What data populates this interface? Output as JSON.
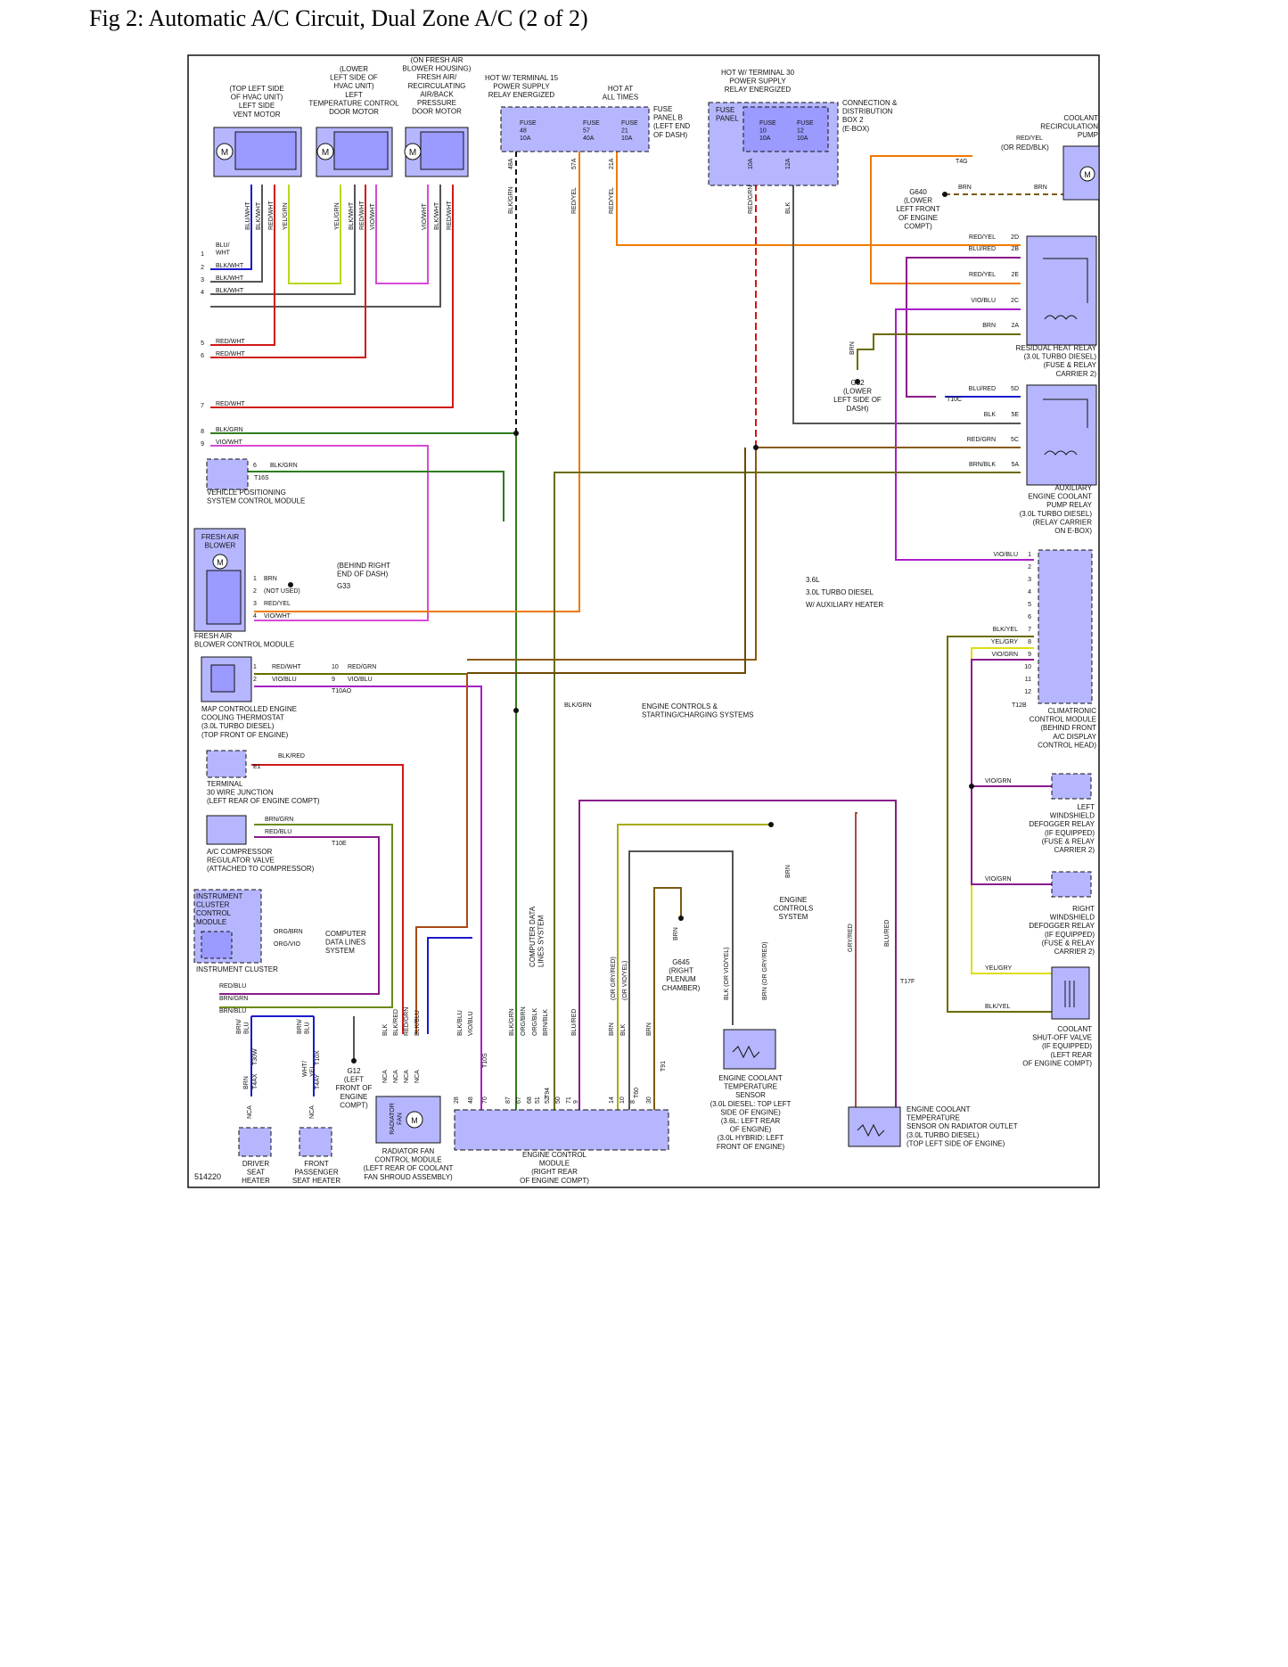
{
  "figure_title": "Fig 2: Automatic A/C Circuit, Dual Zone A/C (2 of 2)",
  "diagram_id": "514220",
  "wire_colors": {
    "BLK": "#111111",
    "BRN": "#7a5a12",
    "GRN": "#2e7d1c",
    "RED": "#d01818",
    "YEL": "#dede12",
    "VIO": "#a81ec8",
    "ORG": "#f07a00",
    "BLU": "#1a1acc",
    "WHT": "#aaaaaa",
    "GRY": "#888888",
    "PINK": "#d84ad8"
  },
  "component_fill": "#b6b6ff",
  "labels": {
    "top_left_side": "(TOP LEFT SIDE\nOF HVAC UNIT)\nLEFT SIDE\nVENT MOTOR",
    "lower_left_temp": "(LOWER\nLEFT SIDE OF\nHVAC UNIT)\nLEFT\nTEMPERATURE CONTROL\nDOOR MOTOR",
    "fresh_air_door": "(ON FRESH AIR\nBLOWER HOUSING)\nFRESH AIR/\nRECIRCULATING\nAIR/BACK\nPRESSURE\nDOOR MOTOR",
    "hot_term15": "HOT W/ TERMINAL 15\nPOWER SUPPLY\nRELAY ENERGIZED",
    "hot_all_times": "HOT AT\nALL TIMES",
    "fuse_panel_b": "FUSE\nPANEL B\n(LEFT END\nOF DASH)",
    "hot_term30": "HOT W/ TERMINAL 30\nPOWER SUPPLY\nRELAY ENERGIZED",
    "fuse_panel": "FUSE\nPANEL",
    "ebox": "CONNECTION &\nDISTRIBUTION\nBOX 2\n(E-BOX)",
    "coolant_recirc_pump": "COOLANT\nRECIRCULATION\nPUMP",
    "or_red_blk": "(OR RED/BLK)",
    "g640": "G640\n(LOWER\nLEFT FRONT\nOF ENGINE\nCOMPT)",
    "residual_heat_relay": "RESIDUAL HEAT RELAY\n(3.0L TURBO DIESEL)\n(FUSE & RELAY\nCARRIER 2)",
    "g32": "G32\n(LOWER\nLEFT SIDE OF\nDASH)",
    "aux_pump_relay": "AUXILIARY\nENGINE COOLANT\nPUMP RELAY\n(3.0L TURBO DIESEL)\n(RELAY CARRIER\nON E-BOX)",
    "vpscm": "VEHICLE POSITIONING\nSYSTEM CONTROL MODULE",
    "fresh_air_blower": "FRESH AIR\nBLOWER",
    "fresh_air_blower_cm": "FRESH AIR\nBLOWER CONTROL MODULE",
    "behind_right_dash": "(BEHIND RIGHT\nEND OF DASH)",
    "g33": "G33",
    "not_used": "(NOT USED)",
    "legend_1": "3.6L",
    "legend_2": "3.0L TURBO DIESEL",
    "legend_3": "W/ AUXILIARY HEATER",
    "climatronic": "CLIMATRONIC\nCONTROL MODULE\n(BEHIND FRONT\nA/C DISPLAY\nCONTROL HEAD)",
    "map_thermostat": "MAP CONTROLLED ENGINE\nCOOLING THERMOSTAT\n(3.0L TURBO DIESEL)\n(TOP FRONT OF ENGINE)",
    "engine_controls_starting": "ENGINE CONTROLS &\nSTARTING/CHARGING SYSTEMS",
    "terminal30": "TERMINAL\n30 WIRE JUNCTION\n(LEFT REAR OF ENGINE COMPT)",
    "ac_comp_valve": "A/C COMPRESSOR\nREGULATOR VALVE\n(ATTACHED TO COMPRESSOR)",
    "left_defogger": "LEFT\nWINDSHIELD\nDEFOGGER RELAY\n(IF EQUIPPED)\n(FUSE & RELAY\nCARRIER 2)",
    "right_defogger": "RIGHT\nWINDSHIELD\nDEFOGGER RELAY\n(IF EQUIPPED)\n(FUSE & RELAY\nCARRIER 2)",
    "instrument_cluster_cm": "INSTRUMENT\nCLUSTER\nCONTROL\nMODULE",
    "instrument_cluster": "INSTRUMENT CLUSTER",
    "computer_data_lines": "COMPUTER\nDATA LINES\nSYSTEM",
    "computer_data_vertical": "COMPUTER DATA\nLINES SYSTEM",
    "engine_controls_system": "ENGINE\nCONTROLS\nSYSTEM",
    "g645": "G645\n(RIGHT\nPLENUM\nCHAMBER)",
    "g12": "G12\n(LEFT\nFRONT OF\nENGINE\nCOMPT)",
    "ect_sensor": "ENGINE COOLANT\nTEMPERATURE\nSENSOR\n(3.0L DIESEL: TOP LEFT\nSIDE OF ENGINE)\n(3.6L: LEFT REAR\nOF ENGINE)\n(3.0L HYBRID: LEFT\nFRONT OF ENGINE)",
    "ect_radiator": "ENGINE COOLANT\nTEMPERATURE\nSENSOR ON RADIATOR OUTLET\n(3.0L TURBO DIESEL)\n(TOP LEFT SIDE OF ENGINE)",
    "coolant_shutoff": "COOLANT\nSHUT-OFF VALVE\n(IF EQUIPPED)\n(LEFT REAR\nOF ENGINE COMPT)",
    "radiator_fan": "RADIATOR\nFAN",
    "radiator_fan_cm": "RADIATOR FAN\nCONTROL MODULE\n(LEFT REAR OF COOLANT\nFAN SHROUD ASSEMBLY)",
    "ecm": "ENGINE CONTROL\nMODULE\n(RIGHT REAR\nOF ENGINE COMPT)",
    "driver_heater": "DRIVER\nSEAT\nHEATER",
    "pass_heater": "FRONT\nPASSENGER\nSEAT HEATER"
  },
  "fuses": [
    {
      "name": "FUSE\n48\n10A",
      "id": "fuse48"
    },
    {
      "name": "FUSE\n57\n40A",
      "id": "fuse57"
    },
    {
      "name": "FUSE\n21\n10A",
      "id": "fuse21"
    },
    {
      "name": "FUSE\n10\n10A",
      "id": "fuse10"
    },
    {
      "name": "FUSE\n12\n10A",
      "id": "fuse12"
    }
  ],
  "connectors": [
    "T4G",
    "T16S",
    "T10AO",
    "T10C",
    "T12B",
    "T10E",
    "T17F",
    "T30W",
    "T10X",
    "T4AX",
    "T4AY",
    "T10S",
    "T60",
    "T94",
    "T91",
    "E1"
  ],
  "left_bus_wires": [
    {
      "pin": "1",
      "label": "BLU/\nWHT"
    },
    {
      "pin": "2",
      "label": "BLK/WHT"
    },
    {
      "pin": "3",
      "label": "BLK/WHT"
    },
    {
      "pin": "4",
      "label": "BLK/WHT"
    },
    {
      "pin": "5",
      "label": "RED/WHT"
    },
    {
      "pin": "6",
      "label": "RED/WHT"
    },
    {
      "pin": "7",
      "label": "RED/WHT"
    },
    {
      "pin": "8",
      "label": "BLK/GRN"
    },
    {
      "pin": "9",
      "label": "VIO/WHT"
    }
  ],
  "vent_motor_wires": [
    "BLU/WHT",
    "BLK/WHT",
    "RED/WHT",
    "YEL/GRN"
  ],
  "temp_motor_wires": [
    "YEL/GRN",
    "BLK/WHT",
    "RED/WHT",
    "VIO/WHT"
  ],
  "fresh_motor_wires": [
    "VIO/WHT",
    "BLK/WHT",
    "RED/WHT"
  ],
  "fuse_wires": [
    "BLK/GRN",
    "RED/YEL",
    "RED/YEL",
    "RED/GRN",
    "BLK"
  ],
  "fuse_pins": [
    "48A",
    "57A",
    "21A",
    "10A",
    "12A"
  ],
  "relay_pins": [
    {
      "pin": "2D",
      "wire": "RED/YEL"
    },
    {
      "pin": "2B",
      "wire": "BLU/RED"
    },
    {
      "pin": "2E",
      "wire": "RED/YEL"
    },
    {
      "pin": "2C",
      "wire": "VIO/BLU"
    },
    {
      "pin": "2A",
      "wire": "BRN"
    },
    {
      "pin": "5D",
      "wire": "BLU/RED"
    },
    {
      "pin": "5E",
      "wire": "BLK"
    },
    {
      "pin": "5C",
      "wire": "RED/GRN"
    },
    {
      "pin": "5A",
      "wire": "BRN/BLK"
    }
  ],
  "blower_wires": [
    {
      "pin": "1",
      "wire": "BRN"
    },
    {
      "pin": "2",
      "wire": "(NOT USED)"
    },
    {
      "pin": "3",
      "wire": "RED/YEL"
    },
    {
      "pin": "4",
      "wire": "VIO/WHT"
    }
  ],
  "thermostat_wires": [
    {
      "pin": "1",
      "wire": "RED/WHT",
      "to": "10",
      "to_wire": "RED/GRN"
    },
    {
      "pin": "2",
      "wire": "VIO/BLU",
      "to": "9",
      "to_wire": "VIO/BLU"
    }
  ],
  "climatronic_pins": [
    {
      "pin": "1",
      "wire": "VIO/BLU"
    },
    {
      "pin": "2",
      "wire": ""
    },
    {
      "pin": "3",
      "wire": ""
    },
    {
      "pin": "4",
      "wire": ""
    },
    {
      "pin": "5",
      "wire": ""
    },
    {
      "pin": "6",
      "wire": ""
    },
    {
      "pin": "7",
      "wire": "BLK/YEL"
    },
    {
      "pin": "8",
      "wire": "YEL/GRY"
    },
    {
      "pin": "9",
      "wire": "VIO/GRN"
    },
    {
      "pin": "10",
      "wire": ""
    },
    {
      "pin": "11",
      "wire": ""
    },
    {
      "pin": "12",
      "wire": ""
    }
  ],
  "misc_wire_labels": {
    "vp_blkgrn": "BLK/GRN",
    "vp_pin": "6",
    "t30_blkred": "BLK/RED",
    "ac_brngrn": "BRN/GRN",
    "ac_redblu": "RED/BLU",
    "ic_orgbrn": "ORG/BRN",
    "ic_orgvio": "ORG/VIO",
    "ic_redblu": "RED/BLU",
    "ic_brngrn": "BRN/GRN",
    "ic_brnblu": "BRN/BLU",
    "blkgrn_ec": "BLK/GRN",
    "defog_l": "VIO/GRN",
    "defog_r": "VIO/GRN",
    "shutoff_yel": "YEL/GRY",
    "shutoff_blk": "BLK/YEL",
    "pump_redyel": "RED/YEL",
    "pump_brn": "BRN",
    "g640_brn": "BRN",
    "g32_brn": "BRN",
    "g645_brn": "BRN",
    "eng_brn": "BRN",
    "gry_red": "GRY/RED",
    "blu_red": "BLU/RED"
  },
  "bottom_wires": [
    "BLK/BLU",
    "VIO/BLU",
    "BLK/GRN",
    "ORG/BRN",
    "ORG/BLK",
    "BRN/BLK",
    "BLU/RED",
    "BRN",
    "BLK",
    "BRN"
  ],
  "bottom_wires_alt": [
    "(OR GRY/RED)",
    "(OR VIO/YEL)",
    "BLK (OR VIO/YEL)",
    "BRN (OR GRY/RED)"
  ],
  "ecm_pins": [
    "28",
    "48",
    "70",
    "87",
    "67",
    "68",
    "51",
    "52",
    "50",
    "71",
    "9",
    "14",
    "10",
    "8",
    "30"
  ],
  "fan_pins": [
    "NCA",
    "NCA",
    "NCA",
    "NCA"
  ],
  "fan_wires": [
    "BLK",
    "BLK/RED",
    "RED/GRN",
    "BLK/BLU"
  ],
  "seat_wires": [
    "BRN/\nBLU",
    "BRN",
    "BRN/\nBLU",
    "WHT/\nYEL",
    "NCA",
    "NCA"
  ]
}
